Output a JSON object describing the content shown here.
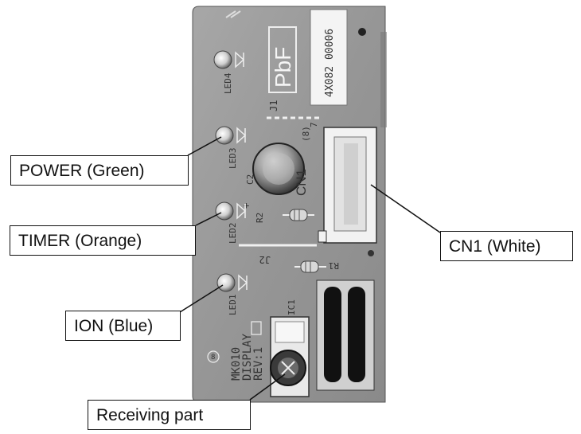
{
  "callouts": {
    "power": "POWER (Green)",
    "timer": "TIMER (Orange)",
    "ion": "ION (Blue)",
    "cn1": "CN1 (White)",
    "receiving": "Receiving part"
  },
  "board_markings": {
    "pbf": "PbF",
    "part_number": "4X082 00006",
    "led4": "LED4",
    "led3": "LED3",
    "led2": "LED2",
    "led1": "LED1",
    "j1": "J1",
    "j2": "J2",
    "c2": "C2",
    "r2": "R2",
    "r1": "R1",
    "ic1": "IC1",
    "cn1": "CN1",
    "pin_8": "(8)",
    "pin_7": "7",
    "board_id_line1": "MK010",
    "board_id_line2": "DISPLAY",
    "board_id_line3": "REV:1",
    "circle_mark": "8"
  },
  "colors": {
    "board": "#9a9a9a",
    "board_dark": "#7d7d7d",
    "connector": "#f2f2f2",
    "outline": "#111111"
  }
}
